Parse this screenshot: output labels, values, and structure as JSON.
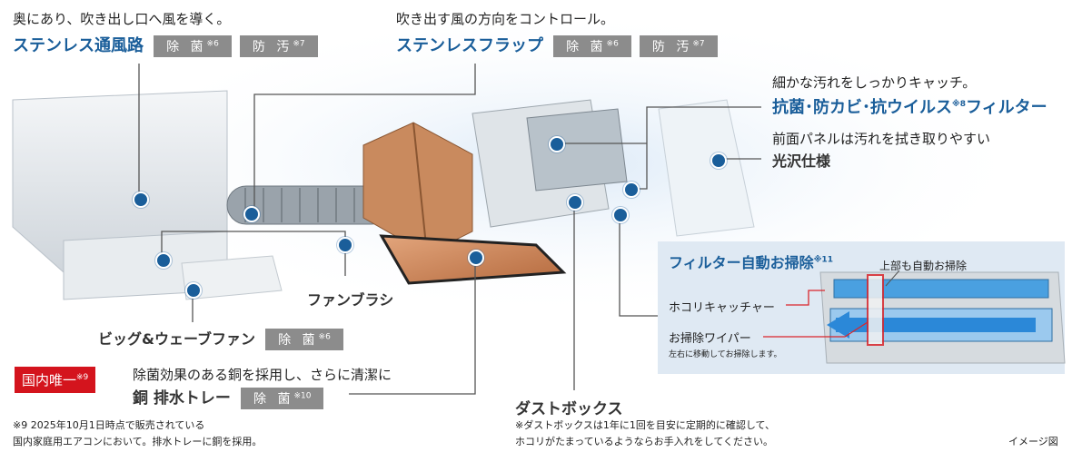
{
  "airway": {
    "subtitle": "奥にあり、吹き出し口へ風を導く。",
    "title": "ステンレス通風路",
    "tag1": "除 菌",
    "tag1_note": "※6",
    "tag2": "防 汚",
    "tag2_note": "※7"
  },
  "flap": {
    "subtitle": "吹き出す風の方向をコントロール。",
    "title": "ステンレスフラップ",
    "tag1": "除 菌",
    "tag1_note": "※6",
    "tag2": "防 汚",
    "tag2_note": "※7"
  },
  "filter": {
    "subtitle": "細かな汚れをしっかりキャッチ。",
    "title": "抗菌･防カビ･抗ウイルス",
    "title_note": "※8",
    "title_tail": "フィルター"
  },
  "panel": {
    "subtitle": "前面パネルは汚れを拭き取りやすい",
    "title": "光沢仕様"
  },
  "brush": {
    "label": "ファンブラシ"
  },
  "fan": {
    "label": "ビッグ&ウェーブファン",
    "tag": "除 菌",
    "tag_note": "※6"
  },
  "tray": {
    "badge": "国内唯一",
    "badge_note": "※9",
    "subtitle": "除菌効果のある銅を採用し、さらに清潔に",
    "title": "銅 排水トレー",
    "tag": "除 菌",
    "tag_note": "※10"
  },
  "dustbox": {
    "label": "ダストボックス",
    "note1": "※ダストボックスは1年に1回を目安に定期的に確認して、",
    "note2": "ホコリがたまっているようならお手入れをしてください。"
  },
  "auto_clean": {
    "title": "フィルター自動お掃除",
    "title_note": "※11",
    "top_label": "上部も自動お掃除",
    "catcher": "ホコリキャッチャー",
    "wiper": "お掃除ワイパー",
    "wiper_note": "左右に移動してお掃除します。"
  },
  "footnote": {
    "line1": "※9 2025年10月1日時点で販売されている",
    "line2": "国内家庭用エアコンにおいて。排水トレーに銅を採用。"
  },
  "image_note": "イメージ図",
  "colors": {
    "accent": "#1a5e9a",
    "tag": "#8c8c8c",
    "badge": "#d4141d"
  }
}
